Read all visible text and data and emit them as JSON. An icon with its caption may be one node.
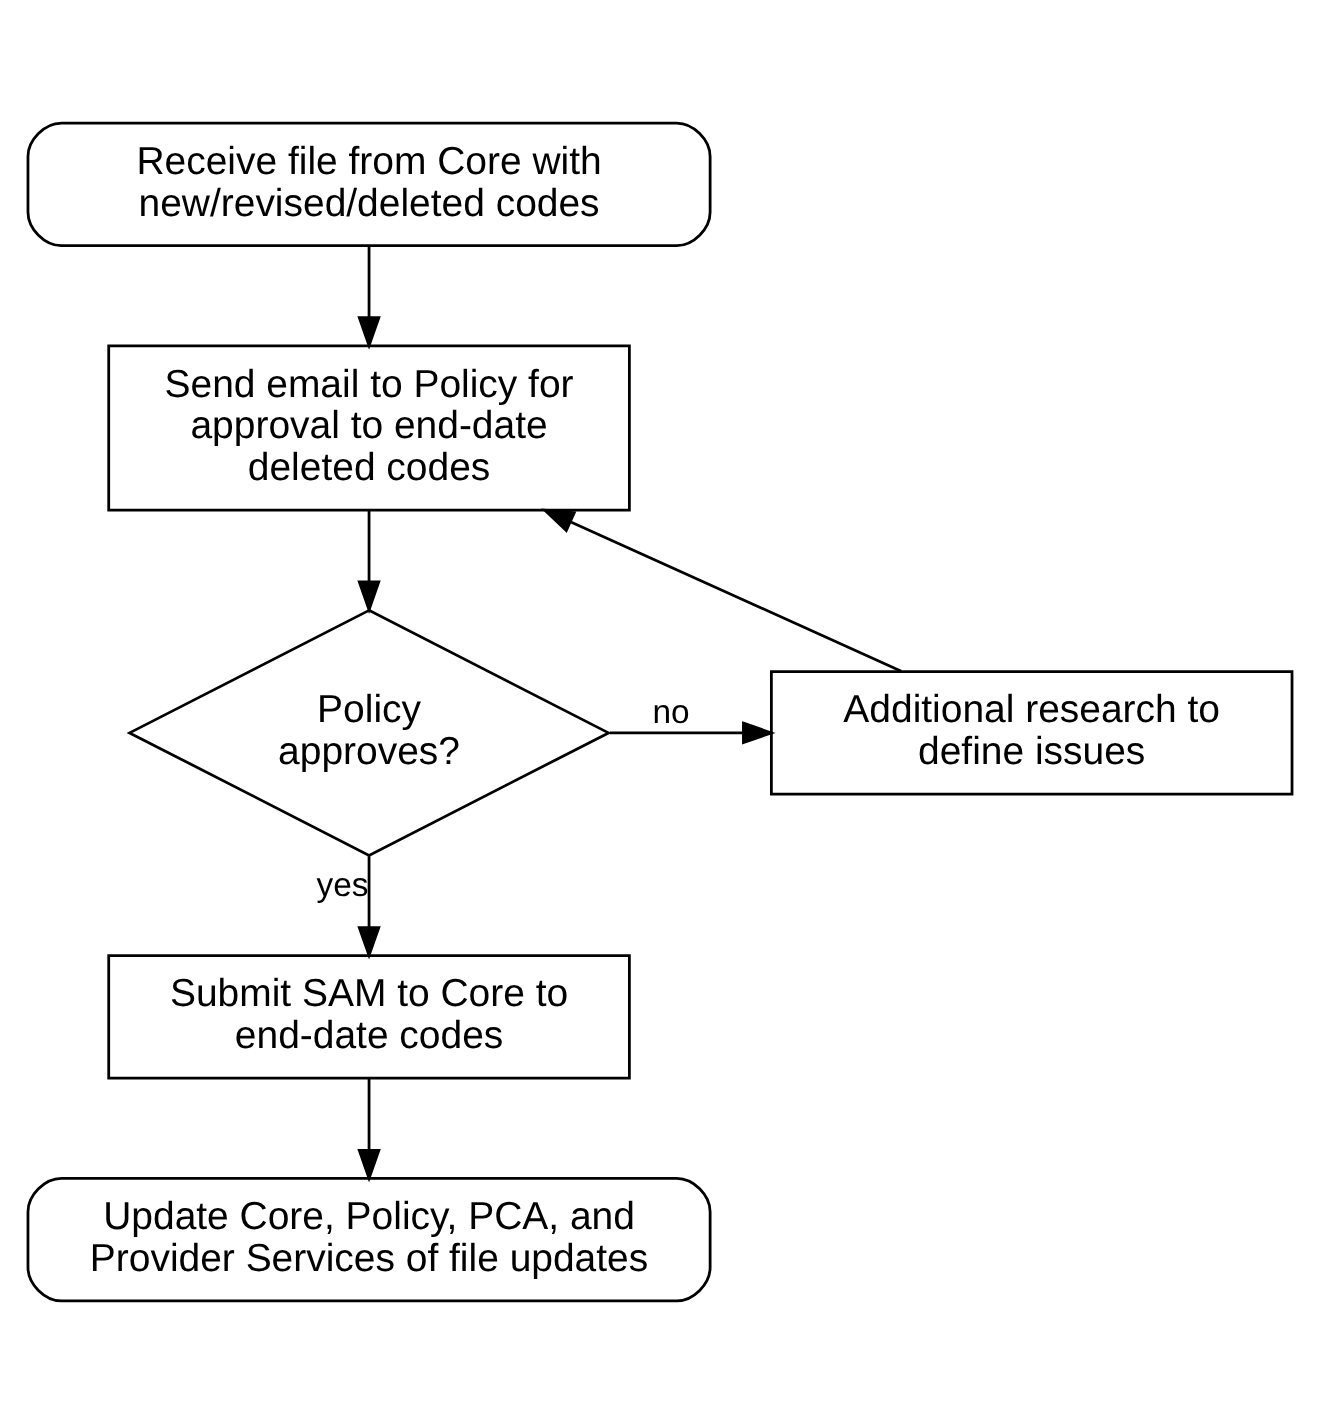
{
  "diagram": {
    "nodes": [
      {
        "text": [
          "Receive file from Core with new/revised/deleted codes"
        ]
      },
      {
        "text": [
          "Send email to Policy for approval to end-date deleted codes"
        ]
      },
      {
        "text": [
          "Policy approves?"
        ]
      },
      {
        "text": [
          "Additional research to define issues"
        ]
      },
      {
        "text": [
          "Submit SAM to Core to end-date codes"
        ]
      },
      {
        "text": [
          "Update Core, Policy, PCA, and Provider Services of file updates"
        ]
      }
    ],
    "edges": [
      {
        "from": 0,
        "to": 1,
        "arrow": "to"
      },
      {
        "from": 1,
        "to": 2,
        "arrow": "to"
      },
      {
        "from": 2,
        "to": 3,
        "arrow": "to",
        "label": "no"
      },
      {
        "from": 3,
        "to": 1,
        "arrow": "to"
      },
      {
        "from": 2,
        "to": 4,
        "arrow": "to",
        "label": "yes"
      },
      {
        "from": 4,
        "to": 5,
        "arrow": "to"
      }
    ]
  }
}
